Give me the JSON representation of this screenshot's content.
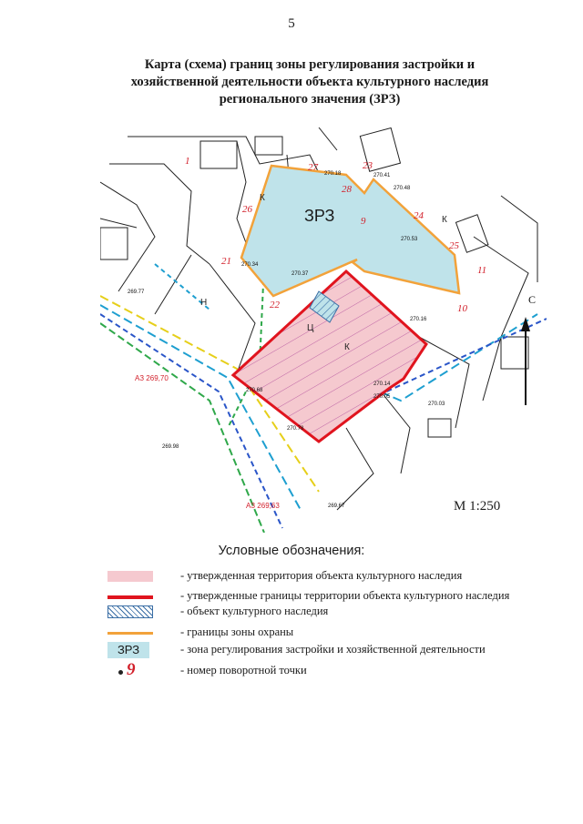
{
  "page_number": "5",
  "title": {
    "line1": "Карта (схема) границ зоны регулирования застройки и",
    "line2": "хозяйственной деятельности объекта культурного наследия",
    "line3": "регионального значения (ЗРЗ)"
  },
  "colors": {
    "zrz_fill": "#bfe3ea",
    "zrz_border": "#f2a23a",
    "territory_fill": "#f5c9cf",
    "territory_border": "#e0141e",
    "hatch": "#3a6ea5",
    "point_label": "#d21f2a"
  },
  "map": {
    "zone_label": "ЗРЗ",
    "north_label": "С",
    "scale": "М 1:250",
    "turning_points": [
      "1",
      "21",
      "22",
      "23",
      "24",
      "25",
      "26",
      "27",
      "28",
      "9",
      "10",
      "11"
    ],
    "elevation_labels": [
      "270.18",
      "270.41",
      "270.48",
      "270.53",
      "270.34",
      "270.37",
      "270.14",
      "270.16",
      "270.05",
      "269.98",
      "269.77",
      "269.67",
      "270.68",
      "270.78",
      "270.03"
    ],
    "block_labels": [
      "К",
      "Н",
      "Ц"
    ],
    "marks": [
      "АЗ 269,70",
      "АЗ 269,63"
    ]
  },
  "legend": {
    "heading": "Условные обозначения:",
    "items": [
      {
        "type": "territory_fill",
        "text": "- утвержденная территория объекта культурного наследия"
      },
      {
        "type": "territory_border",
        "text": "- утвержденные границы территории объекта культурного наследия"
      },
      {
        "type": "heritage_object",
        "text": "- объект культурного наследия"
      },
      {
        "type": "protection_border",
        "text": "- границы зоны охраны"
      },
      {
        "type": "zrz",
        "label": "ЗРЗ",
        "text": "- зона регулирования застройки и хозяйственной деятельности"
      },
      {
        "type": "turning_point",
        "label": "9",
        "text": "- номер поворотной точки"
      }
    ]
  }
}
